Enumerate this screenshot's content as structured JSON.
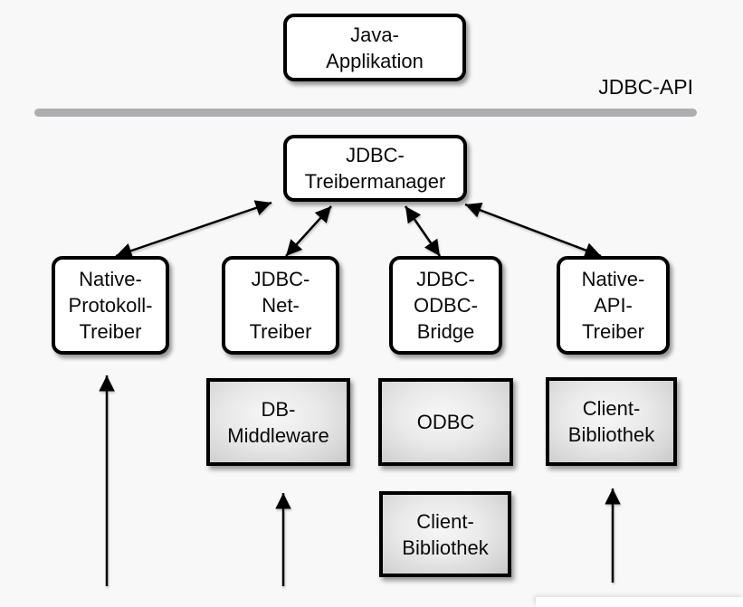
{
  "diagram": {
    "title": "JDBC architecture diagram",
    "api_label": "JDBC-API",
    "nodes": {
      "java_app": {
        "label": "Java-\nApplikation",
        "shape": "rounded-white"
      },
      "treibermanager": {
        "label": "JDBC-\nTreibermanager",
        "shape": "rounded-white"
      },
      "native_protokoll": {
        "label": "Native-\nProtokoll-\nTreiber",
        "shape": "rounded-white"
      },
      "jdbc_net": {
        "label": "JDBC-\nNet-\nTreiber",
        "shape": "rounded-white"
      },
      "jdbc_odbc": {
        "label": "JDBC-\nODBC-\nBridge",
        "shape": "rounded-white"
      },
      "native_api": {
        "label": "Native-\nAPI-\nTreiber",
        "shape": "rounded-white"
      },
      "db_middleware": {
        "label": "DB-\nMiddleware",
        "shape": "gray-gradient"
      },
      "odbc": {
        "label": "ODBC",
        "shape": "gray-gradient"
      },
      "client_bibliothek_odbc": {
        "label": "Client-\nBibliothek",
        "shape": "gray-gradient"
      },
      "client_bibliothek_api": {
        "label": "Client-\nBibliothek",
        "shape": "gray-gradient"
      }
    },
    "edges": [
      {
        "from": "treibermanager",
        "to": "native_protokoll",
        "style": "bidirectional"
      },
      {
        "from": "treibermanager",
        "to": "jdbc_net",
        "style": "bidirectional"
      },
      {
        "from": "treibermanager",
        "to": "jdbc_odbc",
        "style": "bidirectional"
      },
      {
        "from": "treibermanager",
        "to": "native_api",
        "style": "bidirectional"
      },
      {
        "from": "offpage-bottom",
        "to": "native_protokoll",
        "style": "arrow-up"
      },
      {
        "from": "offpage-bottom",
        "to": "db_middleware",
        "style": "arrow-up"
      },
      {
        "from": "offpage-bottom",
        "to": "client_bibliothek_api",
        "style": "arrow-up"
      }
    ],
    "colors": {
      "background": "#f8f8f8",
      "box_border": "#000000",
      "box_fill_white": "#ffffff",
      "box_fill_gray": "#d9d9d9",
      "separator_line": "#aeaeb1",
      "arrow": "#000000"
    }
  }
}
